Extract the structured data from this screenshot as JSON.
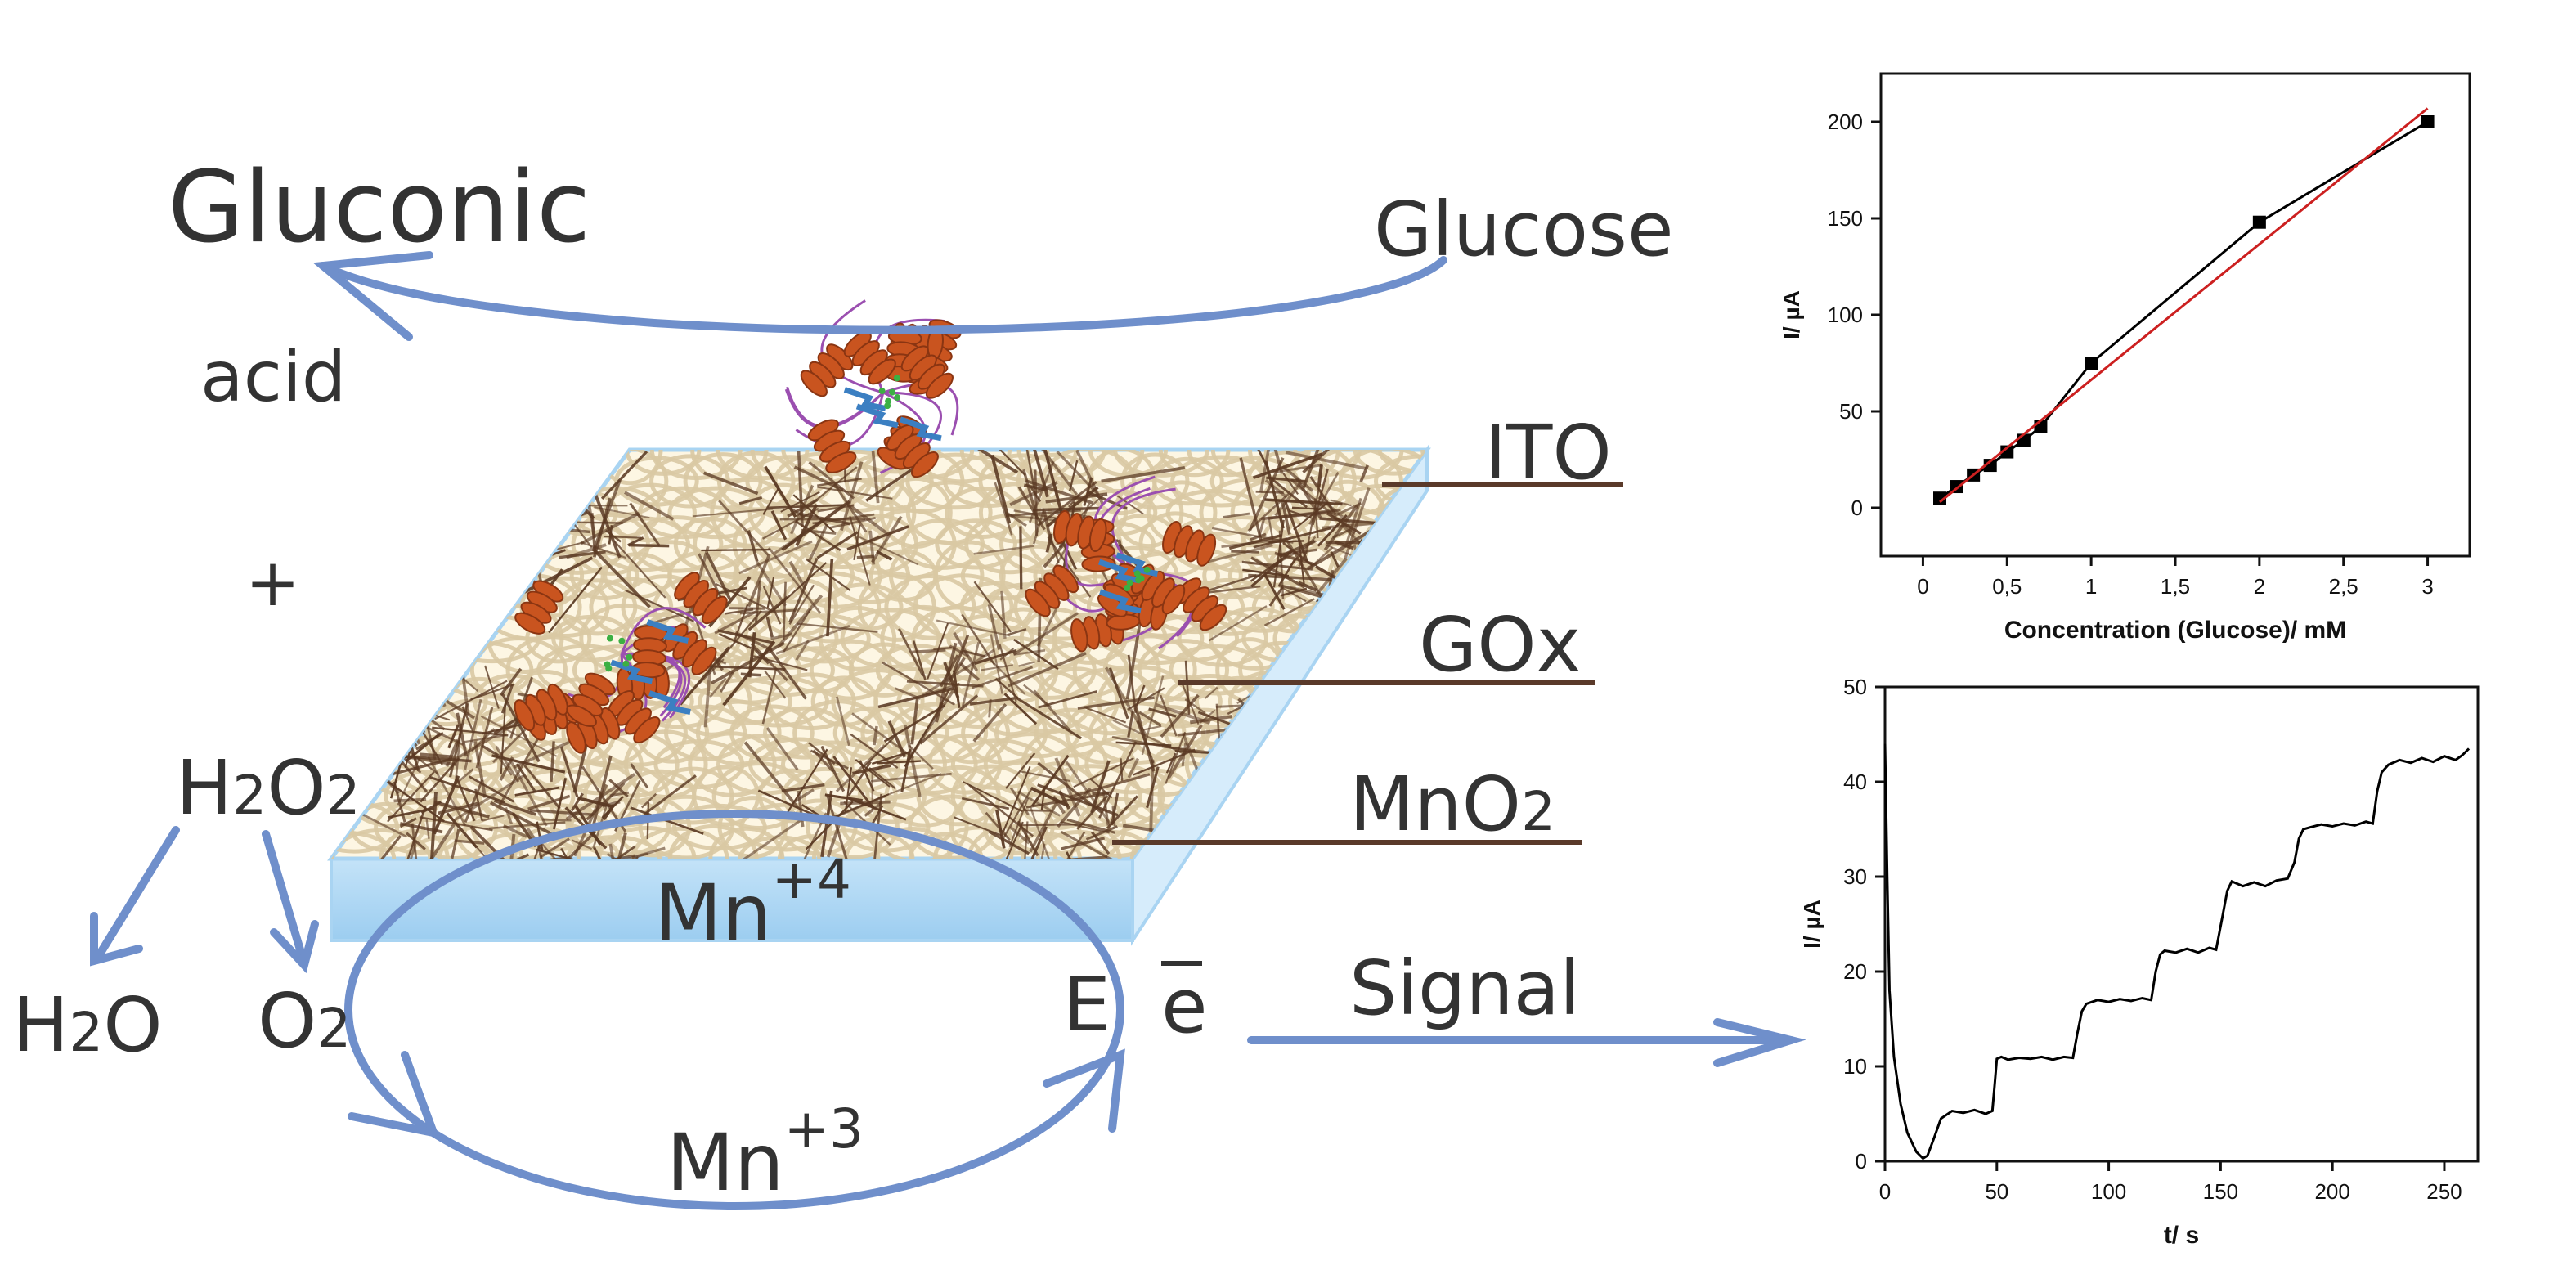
{
  "diagram": {
    "labels": {
      "gluconic": "Gluconic",
      "acid": "acid",
      "glucose": "Glucose",
      "plus": "+",
      "ito": "ITO",
      "gox": "GOx",
      "mno2_base": "MnO",
      "mno2_sub": "2",
      "h2o2": "H",
      "h2o2_sub1": "2",
      "h2o2_mid": "O",
      "h2o2_sub2": "2",
      "h2o_h": "H",
      "h2o_sub": "2",
      "h2o_o": "O",
      "o2": "O",
      "o2_sub": "2",
      "mn4": "Mn",
      "mn4_sup": "+4",
      "mn3": "Mn",
      "mn3_sup": "+3",
      "e_label": "E",
      "electron": "e",
      "signal": "Signal"
    },
    "colors": {
      "arrow": "#6f8fcb",
      "leader": "#5a3a2a",
      "electrode_top": "#fdf6e3",
      "electrode_edge": "#a9d4f2",
      "enzyme": "#c9541f",
      "fiber": "#5b3a24"
    }
  },
  "chart_data": [
    {
      "type": "line",
      "xlabel": "Concentration (Glucose)/ mM",
      "ylabel": "I/ µA",
      "xlim": [
        -0.25,
        3.25
      ],
      "ylim": [
        -25,
        225
      ],
      "xticks": [
        "0",
        "0,5",
        "1",
        "1,5",
        "2",
        "2,5",
        "3"
      ],
      "xtick_values": [
        0,
        0.5,
        1,
        1.5,
        2,
        2.5,
        3
      ],
      "yticks": [
        "0",
        "50",
        "100",
        "150",
        "200"
      ],
      "ytick_values": [
        0,
        50,
        100,
        150,
        200
      ],
      "series": [
        {
          "x": [
            0.1,
            0.2,
            0.3,
            0.4,
            0.5,
            0.6,
            0.7,
            1.0,
            2.0,
            3.0
          ],
          "y": [
            5,
            11,
            17,
            22,
            29,
            35,
            42,
            75,
            148,
            200
          ],
          "color": "#000000",
          "marker": "square"
        },
        {
          "x": [
            0.1,
            3.0
          ],
          "y": [
            3,
            207
          ],
          "color": "#cc2020",
          "marker": "none"
        }
      ]
    },
    {
      "type": "line",
      "xlabel": "t/ s",
      "ylabel": "I/ µA",
      "xlim": [
        0,
        265
      ],
      "ylim": [
        0,
        50
      ],
      "xticks": [
        "0",
        "50",
        "100",
        "150",
        "200",
        "250"
      ],
      "xtick_values": [
        0,
        50,
        100,
        150,
        200,
        250
      ],
      "yticks": [
        "0",
        "10",
        "20",
        "30",
        "40",
        "50"
      ],
      "ytick_values": [
        0,
        10,
        20,
        30,
        40,
        50
      ],
      "series": [
        {
          "x": [
            0,
            1,
            2,
            4,
            7,
            10,
            14,
            17,
            19,
            22,
            25,
            30,
            35,
            40,
            45,
            48,
            49,
            50,
            52,
            55,
            60,
            65,
            70,
            75,
            80,
            84,
            86,
            88,
            90,
            95,
            100,
            105,
            110,
            115,
            119,
            121,
            123,
            125,
            130,
            135,
            140,
            145,
            148,
            151,
            153,
            155,
            160,
            165,
            170,
            175,
            180,
            183,
            185,
            187,
            190,
            195,
            200,
            205,
            210,
            215,
            218,
            220,
            222,
            225,
            230,
            235,
            240,
            245,
            250,
            255,
            258,
            261
          ],
          "y": [
            44,
            30,
            18,
            11,
            6,
            3,
            1,
            0.3,
            0.6,
            2.5,
            4.5,
            5.3,
            5.1,
            5.4,
            5.0,
            5.3,
            8.0,
            10.8,
            11.0,
            10.7,
            10.9,
            10.8,
            11.0,
            10.7,
            11.0,
            10.9,
            13.5,
            15.8,
            16.6,
            17.0,
            16.8,
            17.1,
            16.9,
            17.2,
            17.0,
            20.0,
            21.8,
            22.2,
            22.0,
            22.4,
            22.0,
            22.5,
            22.3,
            26.0,
            28.5,
            29.5,
            29.0,
            29.4,
            29.0,
            29.6,
            29.8,
            31.5,
            34.0,
            35.0,
            35.2,
            35.5,
            35.3,
            35.6,
            35.4,
            35.8,
            35.6,
            39.0,
            41.0,
            41.8,
            42.3,
            42.0,
            42.5,
            42.1,
            42.7,
            42.3,
            42.8,
            43.5
          ]
        }
      ]
    }
  ]
}
